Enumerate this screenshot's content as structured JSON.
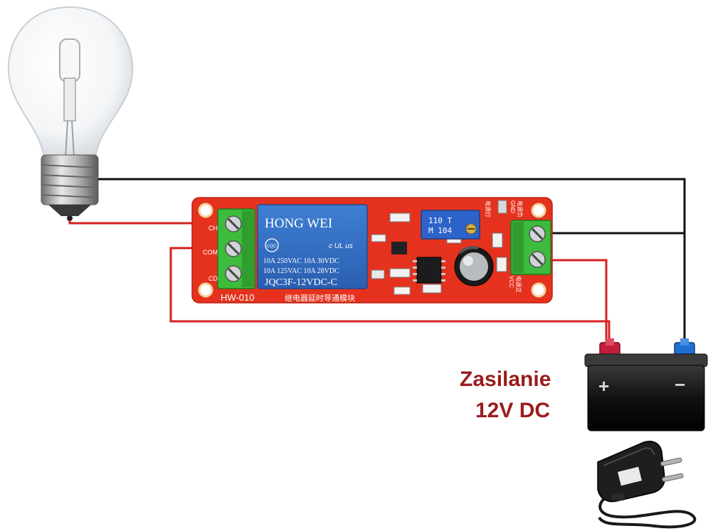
{
  "caption": {
    "line1": "Zasilanie",
    "line2": "12V DC",
    "color": "#9b1c1c"
  },
  "wires": {
    "positive_color": "#d42020",
    "negative_color": "#111111"
  },
  "relay_board": {
    "model": "HW-010",
    "cn_title": "继电器延时导通模块",
    "relay": {
      "brand": "HONG WEI",
      "rating1": "10A 250VAC  10A  30VDC",
      "rating2": "10A 125VAC  10A  28VDC",
      "part": "JQC3F-12VDC-C",
      "cert": "CQC",
      "ul": "c UL us"
    },
    "terminals_left": [
      "CH",
      "COM",
      "CD"
    ],
    "terminals_right": [
      "GND",
      "VCC"
    ],
    "right_cn_top": "电源负",
    "right_cn_bottom": "电源正",
    "led_cn": "电源灯",
    "pot": {
      "line1": "110  T",
      "line2": "M  104"
    },
    "colors": {
      "pcb": "#e5321e",
      "relay": "#2f6fc4",
      "terminal": "#3dbb3d"
    }
  },
  "battery": {
    "plus": "+",
    "minus": "−"
  }
}
